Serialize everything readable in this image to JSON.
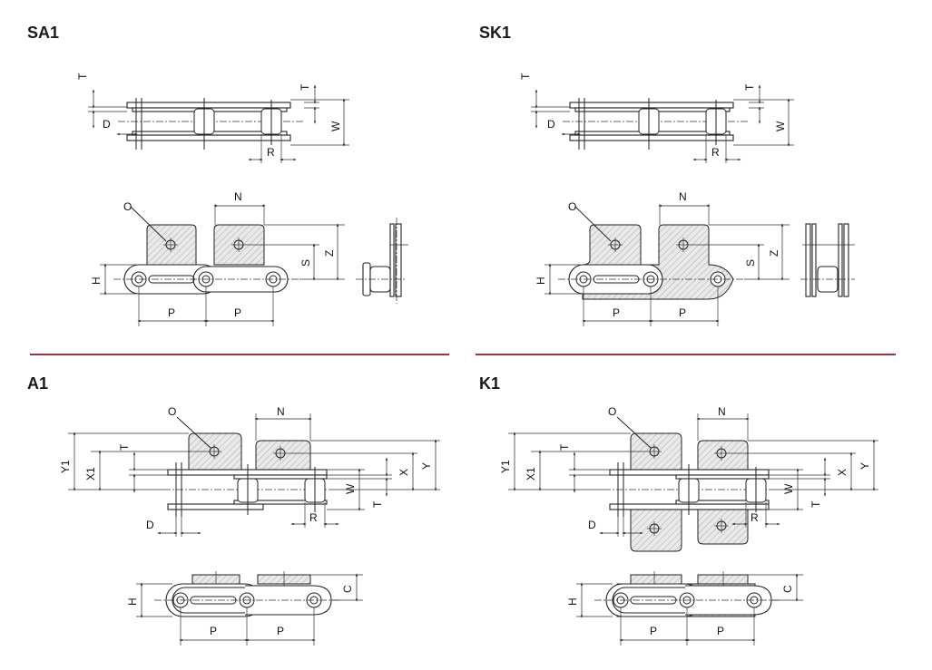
{
  "panels": {
    "sa1": {
      "title": "SA1"
    },
    "sk1": {
      "title": "SK1"
    },
    "a1": {
      "title": "A1"
    },
    "k1": {
      "title": "K1"
    }
  },
  "labels": {
    "T": "T",
    "D": "D",
    "W": "W",
    "R": "R",
    "N": "N",
    "O": "O",
    "H": "H",
    "S": "S",
    "Z": "Z",
    "P": "P",
    "X": "X",
    "Y": "Y",
    "X1": "X1",
    "Y1": "Y1",
    "C": "C"
  },
  "colors": {
    "divider": "#a3303b",
    "line": "#222222"
  }
}
